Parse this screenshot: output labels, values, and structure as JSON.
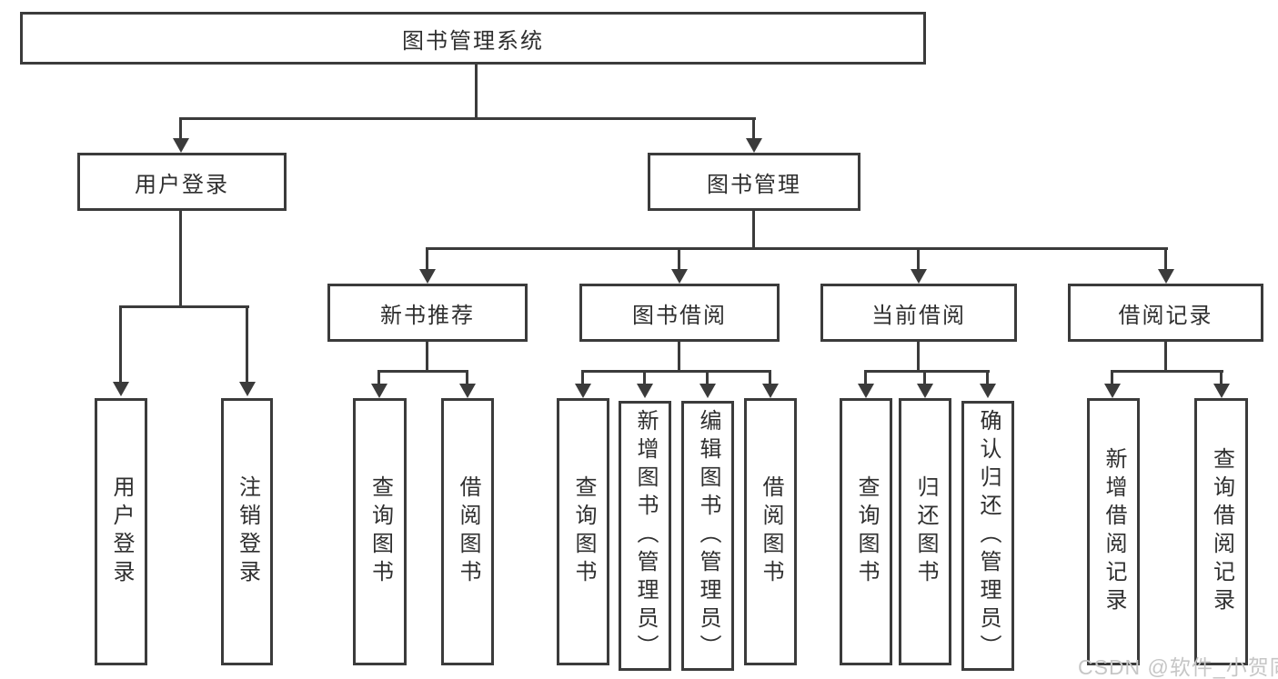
{
  "diagram": {
    "root": {
      "label": "图书管理系统"
    },
    "branches": [
      {
        "label": "用户登录",
        "children": [
          {
            "label": "用户登录"
          },
          {
            "label": "注销登录"
          }
        ]
      },
      {
        "label": "图书管理",
        "children": [
          {
            "label": "新书推荐",
            "children": [
              {
                "label": "查询图书"
              },
              {
                "label": "借阅图书"
              }
            ]
          },
          {
            "label": "图书借阅",
            "children": [
              {
                "label": "查询图书"
              },
              {
                "label": "新增图书（管理员）"
              },
              {
                "label": "编辑图书（管理员）"
              },
              {
                "label": "借阅图书"
              }
            ]
          },
          {
            "label": "当前借阅",
            "children": [
              {
                "label": "查询图书"
              },
              {
                "label": "归还图书"
              },
              {
                "label": "确认归还（管理员）"
              }
            ]
          },
          {
            "label": "借阅记录",
            "children": [
              {
                "label": "新增借阅记录"
              },
              {
                "label": "查询借阅记录"
              }
            ]
          }
        ]
      }
    ]
  },
  "watermark": {
    "text": "CSDN @软件_小贺同学"
  },
  "colors": {
    "line": "#3b3b3b",
    "text": "#2f2f2f",
    "background": "#ffffff",
    "watermark": "#c6c6c6"
  }
}
